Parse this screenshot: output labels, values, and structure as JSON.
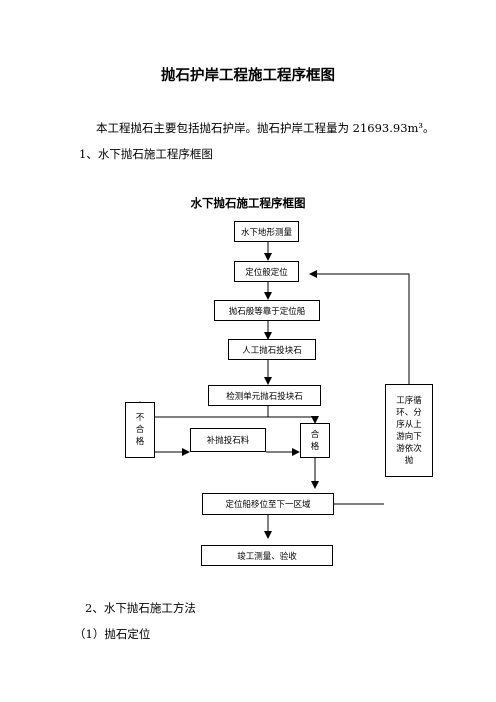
{
  "document": {
    "title": "抛石护岸工程施工程序框图",
    "intro_text": "本工程抛石主要包括抛石护岸。抛石护岸工程量为 21693.93m³。",
    "section1": "1、水下抛石施工程序框图",
    "section2": "2、水下抛石施工方法",
    "subsection1": "（1）抛石定位"
  },
  "flowchart": {
    "title": "水下抛石施工程序框图",
    "boxes": {
      "survey": "水下地形测量",
      "position_boat": "定位般定位",
      "dock_boat": "抛石般等靠于定位船",
      "manual_dump": "人工抛石投块石",
      "inspect": "检测单元抛石投块石",
      "fail": "不\n合\n格",
      "supplement": "补抛投石料",
      "pass": "合\n格",
      "move_next": "定位船移位至下一区域",
      "cycle": "工序循\n环、分\n序从上\n游向下\n游依次\n抛",
      "completion": "竣工测量、验收"
    }
  }
}
